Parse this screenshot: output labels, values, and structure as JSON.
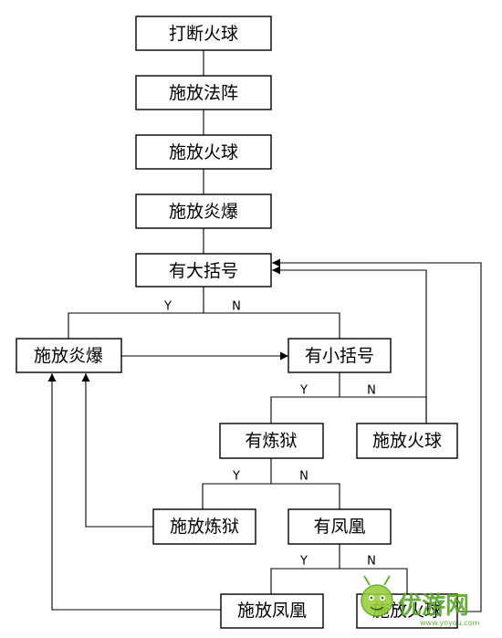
{
  "nodes": {
    "interrupt_fireball": "打断火球",
    "cast_array": "施放法阵",
    "cast_fireball_1": "施放火球",
    "cast_blast_1": "施放炎爆",
    "has_big_bracket": "有大括号",
    "cast_blast_2": "施放炎爆",
    "has_small_bracket": "有小括号",
    "has_purgatory": "有炼狱",
    "cast_fireball_2": "施放火球",
    "cast_purgatory": "施放炼狱",
    "has_phoenix": "有凤凰",
    "cast_phoenix": "施放凤凰",
    "cast_fireball_3": "施放火球"
  },
  "branch_labels": {
    "yes": "Y",
    "no": "N"
  },
  "watermark": {
    "text": "优游网",
    "domain": "www.yoyou.com",
    "color": "#5aa62a"
  }
}
